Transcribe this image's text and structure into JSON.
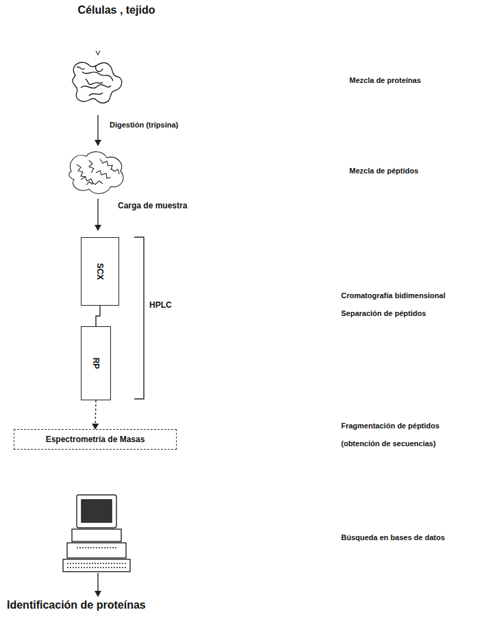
{
  "diagram": {
    "title": "Células , tejido",
    "nodes": [
      {
        "text": [
          "SCX"
        ]
      },
      {
        "text": [
          "RP"
        ]
      },
      {
        "text": [
          "Espectrometría de Masas"
        ]
      }
    ],
    "edges": [
      {
        "from": 0,
        "to": 1,
        "arrow": "none"
      },
      {
        "from": 1,
        "to": 2,
        "arrow": "to"
      }
    ],
    "labels": [
      "Digestión (tripsina)",
      "Carga de muestra",
      "HPLC",
      "Mezcla de proteínas",
      "Mezcla de péptidos",
      "Cromatografía bidimensional",
      "Separación de péptidos",
      "Fragmentación de péptidos",
      "(obtención de secuencias)",
      "Búsqueda en bases de datos",
      "Identificación de proteínas"
    ]
  }
}
